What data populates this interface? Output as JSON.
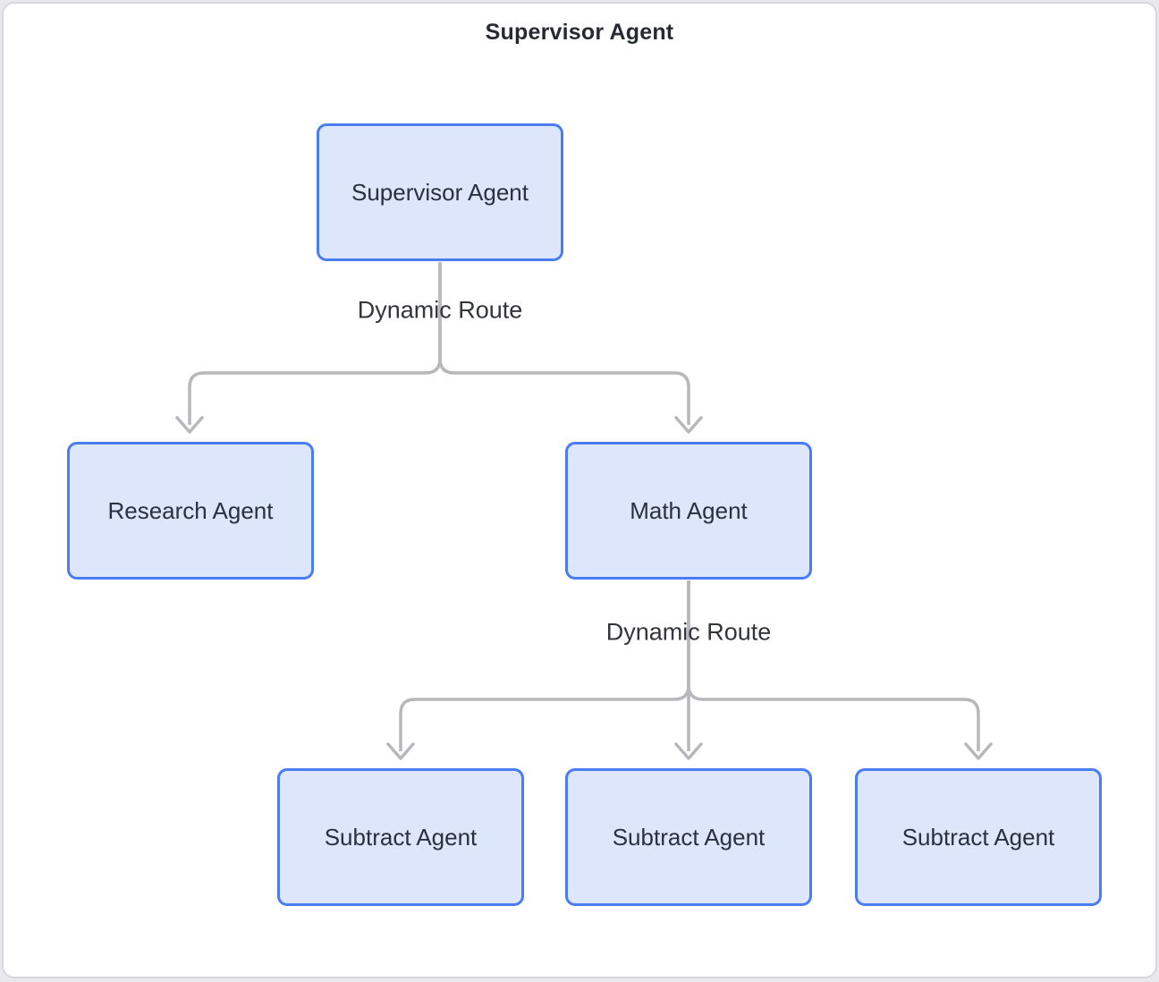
{
  "title": "Supervisor Agent",
  "nodes": [
    {
      "id": "supervisor",
      "label": "Supervisor Agent"
    },
    {
      "id": "research",
      "label": "Research Agent"
    },
    {
      "id": "math",
      "label": "Math Agent"
    },
    {
      "id": "subtract-1",
      "label": "Subtract Agent"
    },
    {
      "id": "subtract-2",
      "label": "Subtract Agent"
    },
    {
      "id": "subtract-3",
      "label": "Subtract Agent"
    }
  ],
  "edges": [
    {
      "from": "supervisor",
      "to": "research",
      "label": "Dynamic Route"
    },
    {
      "from": "supervisor",
      "to": "math",
      "label": "Dynamic Route"
    },
    {
      "from": "math",
      "to": "subtract-1",
      "label": "Dynamic Route"
    },
    {
      "from": "math",
      "to": "subtract-2",
      "label": "Dynamic Route"
    },
    {
      "from": "math",
      "to": "subtract-3",
      "label": "Dynamic Route"
    }
  ],
  "edge_labels": [
    {
      "text": "Dynamic Route"
    },
    {
      "text": "Dynamic Route"
    }
  ],
  "colors": {
    "node_border": "#4a7cf2",
    "node_fill": "#dde6fb",
    "connector_gray": "#b7b7bc",
    "frame_border": "#d8d8dd",
    "node_text": "#2b3040",
    "title_text": "#262a33",
    "page_background": "#e9e9eb",
    "card_background": "#ffffff"
  }
}
